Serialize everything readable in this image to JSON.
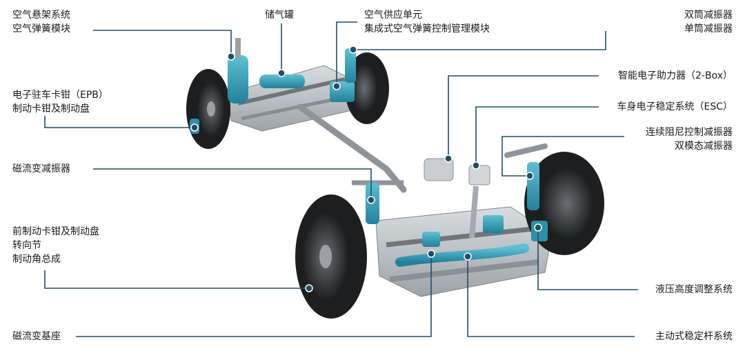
{
  "colors": {
    "leader": "#1f4e66",
    "accent": "#3aa4b8",
    "metal": "#b9bec2",
    "tire": "#2a2a2a"
  },
  "labels": {
    "air_suspension_l1": "空气悬架系统",
    "air_suspension_l2": "空气弹簧模块",
    "storage_tank": "储气罐",
    "air_supply_l1": "空气供应单元",
    "air_supply_l2": "集成式空气弹簧控制管理模块",
    "shock_l1": "双筒减振器",
    "shock_l2": "单筒减振器",
    "epb_l1": "电子驻车卡钳（EPB）",
    "epb_l2": "制动卡钳及制动盘",
    "ibooster": "智能电子助力器（2-Box）",
    "esc": "车身电子稳定系统（ESC）",
    "cdc_l1": "连续阻尼控制减振器",
    "cdc_l2": "双模态减振器",
    "mr_damper": "磁流变减振器",
    "front_brake_l1": "前制动卡钳及制动盘",
    "front_brake_l2": "转向节",
    "front_brake_l3": "制动角总成",
    "hydraulic_height": "液压高度调整系统",
    "mr_mount": "磁流变基座",
    "active_stabilizer": "主动式稳定杆系统"
  }
}
